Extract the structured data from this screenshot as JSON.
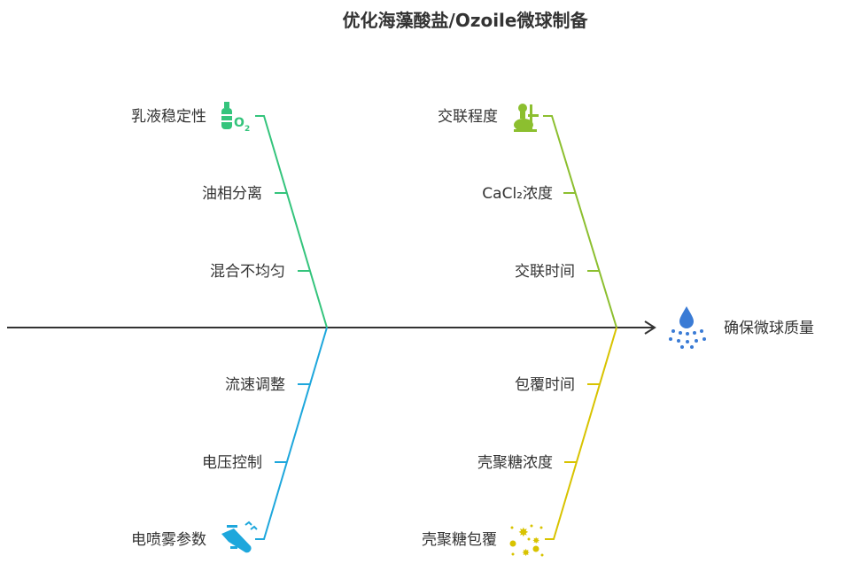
{
  "title": "优化海藻酸盐/Ozoile微球制备",
  "effect": "确保微球质量",
  "colors": {
    "spine": "#333333",
    "green": "#34c47c",
    "olive": "#8cbf2f",
    "blue": "#1ea7dc",
    "yellow": "#d8c300",
    "effect_icon": "#3a7bd5"
  },
  "branches": [
    {
      "name": "乳液稳定性",
      "icon": "oxygen-tank-icon",
      "causes": [
        "油相分离",
        "混合不均匀"
      ]
    },
    {
      "name": "交联程度",
      "icon": "lab-flask-icon",
      "causes": [
        "CaCl₂浓度",
        "交联时间"
      ]
    },
    {
      "name": "电喷雾参数",
      "icon": "spray-nozzle-icon",
      "causes": [
        "流速调整",
        "电压控制"
      ]
    },
    {
      "name": "壳聚糖包覆",
      "icon": "sparkle-particles-icon",
      "causes": [
        "包覆时间",
        "壳聚糖浓度"
      ]
    }
  ]
}
